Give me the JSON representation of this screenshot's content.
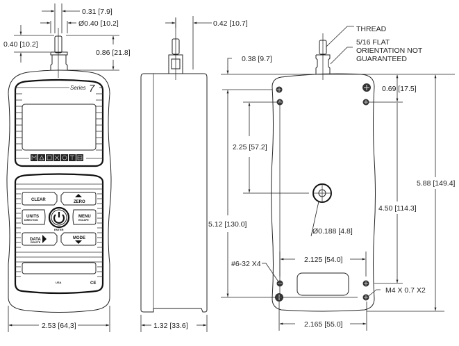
{
  "drawing": {
    "front_view": {
      "brand_label": "Series",
      "brand_number": "7",
      "icon_keys": [
        "M",
        "triangle",
        "square",
        "X",
        "circle",
        "tare",
        "grid"
      ],
      "buttons": {
        "clear": "CLEAR",
        "zero": "ZERO",
        "units": "UNITS",
        "units_sub": "DIRECTION",
        "menu": "MENU",
        "menu_sub": "ESCAPE",
        "enter": "ENTER",
        "data": "DATA",
        "data_sub": "DELETE",
        "mode": "MODE"
      },
      "origin_mark": "USA",
      "cert_mark": "CE",
      "dimensions": {
        "shaft_width": "0.31 [7.9]",
        "collar_diameter": "Ø0.40 [10.2]",
        "thread_length": "0.40 [10.2]",
        "shaft_height": "0.86 [21.8]",
        "overall_width": "2.53 [64,3]"
      }
    },
    "side_view": {
      "dimensions": {
        "shaft_offset": "0.42 [10.7]",
        "depth": "1.32 [33.6]"
      }
    },
    "rear_view": {
      "callouts": {
        "thread": "THREAD",
        "flat_line1": "5/16 FLAT",
        "flat_line2": "ORIENTATION NOT",
        "flat_line3": "GUARANTEED",
        "screw_6_32": "#6-32 X4",
        "screw_m4": "M4 X 0.7 X2",
        "hole_diameter": "Ø0.188 [4.8]"
      },
      "dimensions": {
        "collar_height": "0.38 [9.7]",
        "top_screw_offset": "0.69 [17.5]",
        "hole_to_top_screw": "2.25 [57.2]",
        "body_screw_span": "5.12 [130.0]",
        "m4_screw_span": "4.50 [114.3]",
        "overall_height": "5.88 [149.4]",
        "screw_hole_span_inner": "2.125 [54.0]",
        "screw_hole_span_outer": "2.165 [55.0]"
      }
    }
  }
}
